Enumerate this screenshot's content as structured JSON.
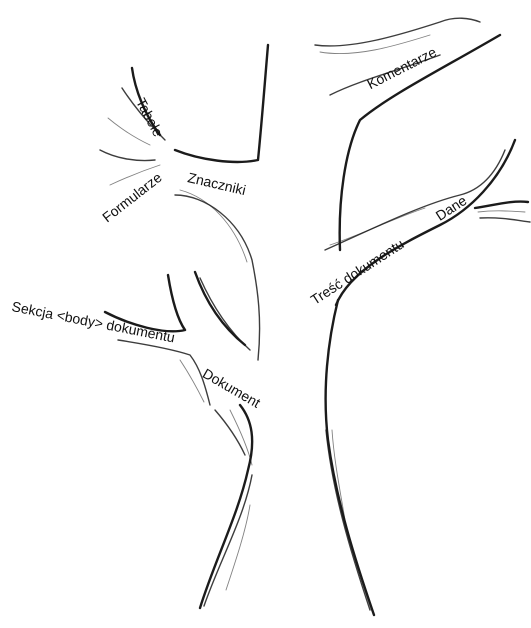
{
  "diagram": {
    "type": "tree",
    "labels": {
      "komentarze": "Komentarze",
      "tabele": "Tabele",
      "znaczniki": "Znaczniki",
      "formularze": "Formularze",
      "dane": "Dane",
      "tresc": "Treść dokumentu",
      "sekcja_body": "Sekcja <body> dokumentu",
      "dokument": "Dokument"
    },
    "stroke_color": "#1b1b1b",
    "background": "#ffffff"
  }
}
